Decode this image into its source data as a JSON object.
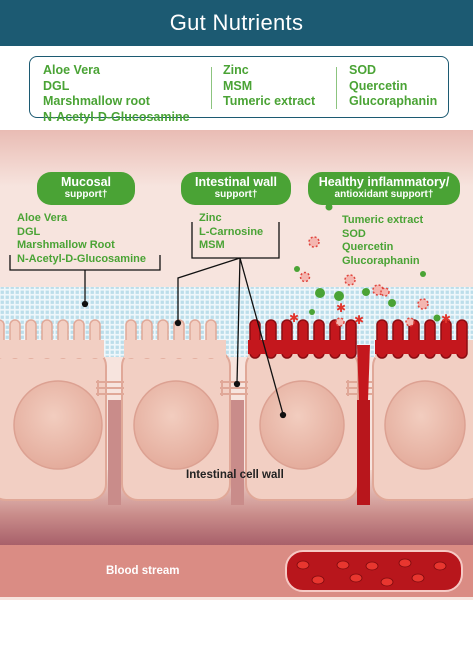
{
  "title": "Gut Nutrients",
  "ingredients": {
    "col1": [
      "Aloe Vera",
      "DGL",
      "Marshmallow root",
      "N-Acetyl-D-Glucosamine"
    ],
    "col2": [
      "Zinc",
      "MSM",
      "Tumeric extract"
    ],
    "col3": [
      "SOD",
      "Quercetin",
      "Glucoraphanin"
    ]
  },
  "groups": [
    {
      "title": "Mucosal",
      "subtitle": "support†",
      "items": [
        "Aloe Vera",
        "DGL",
        "Marshmallow Root",
        "N-Acetyl-D-Glucosamine"
      ]
    },
    {
      "title": "Intestinal wall",
      "subtitle": "support†",
      "items": [
        "Zinc",
        "L-Carnosine",
        "MSM"
      ]
    },
    {
      "title": "Healthy inflammatory/",
      "subtitle": "antioxidant support†",
      "items": [
        "Tumeric extract",
        "SOD",
        "Quercetin",
        "Glucoraphanin"
      ]
    }
  ],
  "labels": {
    "intestinal_cell_wall": "Intestinal cell wall",
    "blood_stream": "Blood stream"
  },
  "colors": {
    "header": "#1c5a72",
    "accent_green": "#4aa335",
    "tissue": "#f2cfc3",
    "blood": "#b8161c"
  }
}
